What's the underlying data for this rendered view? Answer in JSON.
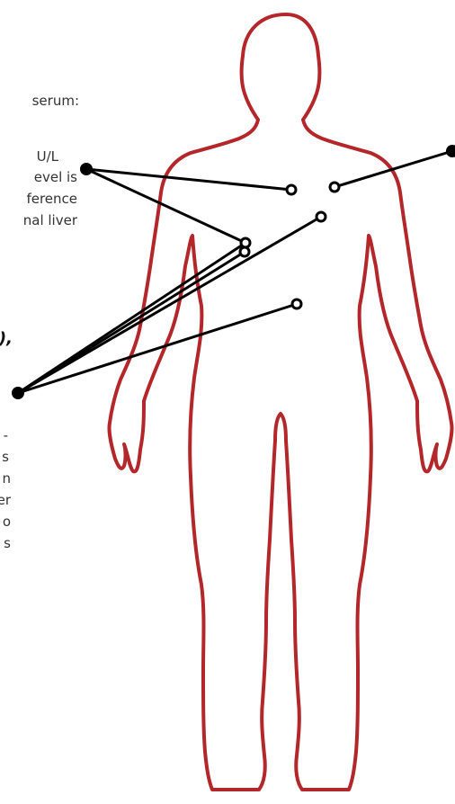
{
  "text_fragments": {
    "upper": [
      "serum:",
      "U/L",
      "evel is",
      "ference",
      "nal liver"
    ],
    "middle_bold": "),",
    "lower": [
      "-",
      "s",
      "n",
      "er",
      "o",
      "s"
    ]
  },
  "colors": {
    "body_outline": "#b3272b",
    "leader_lines": "#000000",
    "text": "#333333"
  }
}
